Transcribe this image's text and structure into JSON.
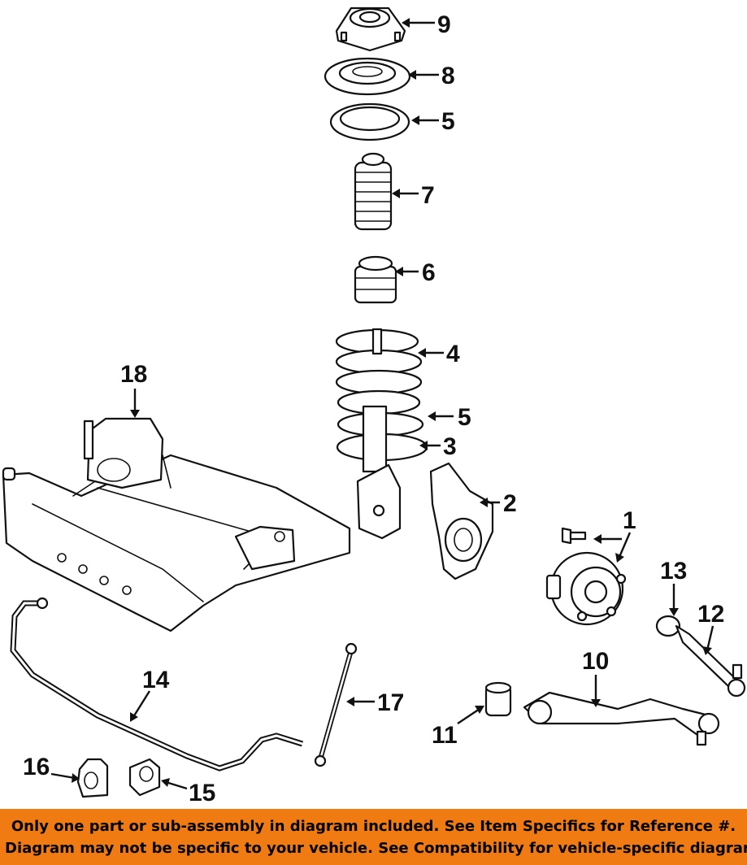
{
  "callouts": {
    "c1": "1",
    "c2": "2",
    "c3": "3",
    "c4": "4",
    "c5a": "5",
    "c5b": "5",
    "c6": "6",
    "c7": "7",
    "c8": "8",
    "c9": "9",
    "c10": "10",
    "c11": "11",
    "c12": "12",
    "c13": "13",
    "c14": "14",
    "c15": "15",
    "c16": "16",
    "c17": "17",
    "c18": "18"
  },
  "footer": {
    "line1": "Only one part or sub-assembly in diagram included. See Item Specifics for Reference #.",
    "line2": "Diagram may not be specific to your vehicle. See Compatibility for vehicle-specific diagrams."
  },
  "colors": {
    "footer_bg": "#f07b12",
    "line": "#111111"
  }
}
